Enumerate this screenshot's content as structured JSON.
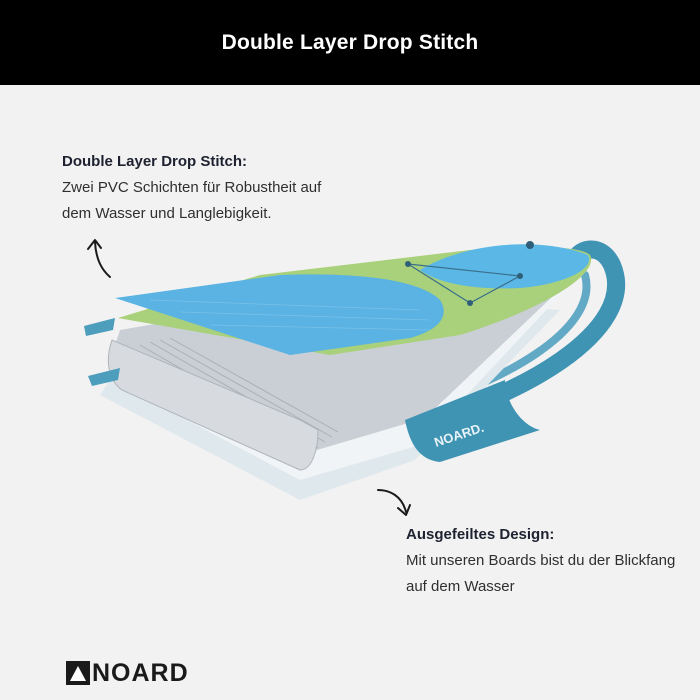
{
  "header": {
    "title": "Double Layer Drop Stitch"
  },
  "callouts": {
    "top": {
      "title": "Double Layer Drop Stitch:",
      "line1": "Zwei PVC Schichten für Robustheit auf",
      "line2": "dem Wasser und Langlebigkeit."
    },
    "bottom": {
      "title": "Ausgefeiltes Design:",
      "line1": "Mit unseren Boards bist du der Blickfang",
      "line2": "auf dem Wasser"
    }
  },
  "board": {
    "brand_text": "NOARD."
  },
  "logo": {
    "text": "NOARD"
  },
  "colors": {
    "header_bg": "#000000",
    "board_blue": "#5bb8e6",
    "board_green": "#a9d07a",
    "rail_teal": "#3f93b3"
  },
  "icons": [
    "curved-arrow-icon",
    "noard-logo-mark-icon"
  ]
}
